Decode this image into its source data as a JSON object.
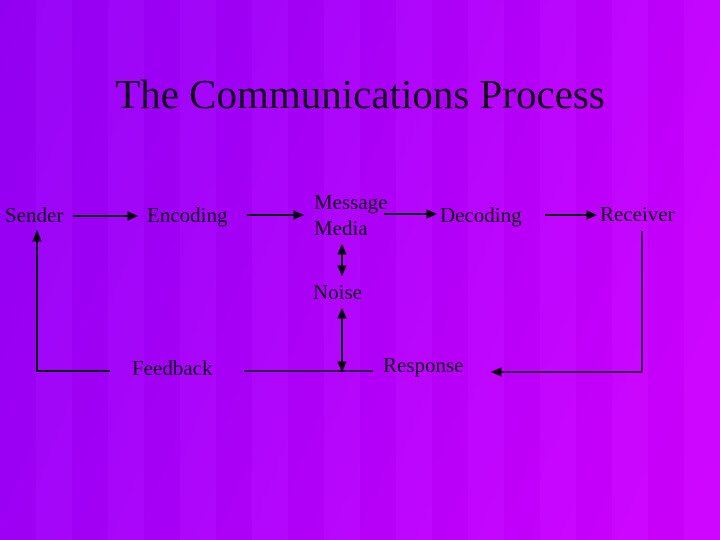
{
  "slide": {
    "title": "The Communications Process",
    "background": {
      "gradient_start": "#9500f6",
      "gradient_end": "#ce00ff"
    },
    "text_color": "#14021c",
    "line_color": "#0a000f",
    "nodes": {
      "sender": "Sender",
      "encoding": "Encoding",
      "message": "Message",
      "media": "Media",
      "decoding": "Decoding",
      "receiver": "Receiver",
      "noise": "Noise",
      "feedback": "Feedback",
      "response": "Response"
    }
  }
}
